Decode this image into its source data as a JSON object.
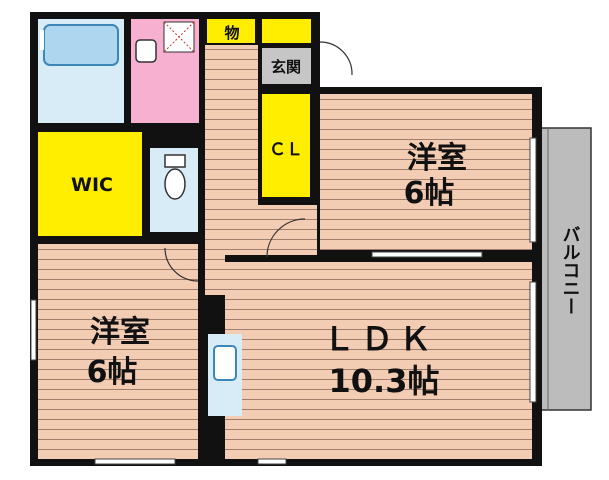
{
  "colors": {
    "wall": "#111111",
    "wood": "#f3ccb4",
    "wood_line": "#8a6a58",
    "closet": "#ffee00",
    "bath": "#d8ecf8",
    "tub": "#aed6ee",
    "washroom": "#f7b0d0",
    "entry": "#c6c6c6",
    "balcony": "#bcbcbc",
    "fixture": "#2f86c8"
  },
  "rooms": {
    "western_room_right": {
      "name": "洋室",
      "size": "6帖"
    },
    "western_room_left": {
      "name": "洋室",
      "size": "6帖"
    },
    "ldk": {
      "name": "ＬＤＫ",
      "size": "10.3帖"
    },
    "wic": {
      "name": "WIC"
    },
    "closet": {
      "name": "ＣＬ"
    },
    "storage": {
      "name": "物"
    },
    "entrance": {
      "name": "玄関"
    },
    "balcony": {
      "name": "バルコニー"
    }
  },
  "icons": [
    "bathtub-icon",
    "toilet-icon",
    "washbasin-icon",
    "kitchen-counter-icon",
    "door-swing-icon"
  ]
}
